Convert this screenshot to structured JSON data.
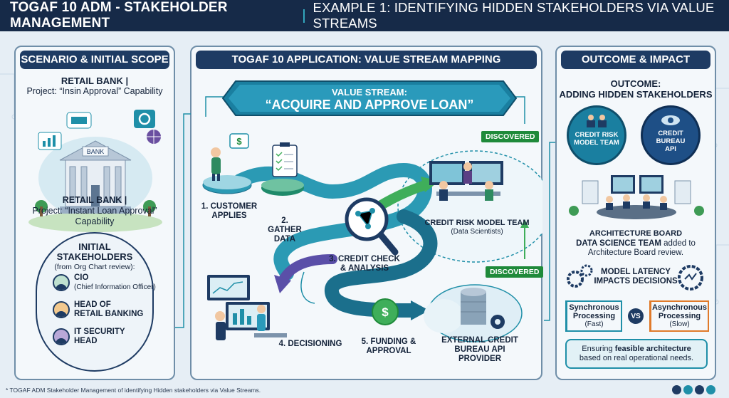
{
  "header": {
    "title_main": "TOGAF 10 ADM - STAKEHOLDER MANAGEMENT",
    "separator": "|",
    "title_sub": "EXAMPLE 1: IDENTIFYING HIDDEN STAKEHOLDERS VIA VALUE STREAMS"
  },
  "left": {
    "heading": "SCENARIO & INITIAL SCOPE",
    "bank_title_1": "RETAIL BANK |",
    "project_1": "Project: “Insin Approval” Capability",
    "bank_sign": "BANK",
    "bank_title_2": "RETAIL BANK |",
    "project_2_line1": "Project: “Instant Loan Approval”",
    "project_2_line2": "Capability",
    "stakeholders_title_1": "INITIAL",
    "stakeholders_title_2": "STAKEHOLDERS",
    "stakeholders_note": "(from Org Chart review):",
    "roles": [
      {
        "name": "CIO",
        "detail": "(Chief Information Officer)"
      },
      {
        "name": "HEAD OF",
        "detail": "RETAIL BANKING"
      },
      {
        "name": "IT SECURITY",
        "detail": "HEAD"
      }
    ]
  },
  "middle": {
    "heading": "TOGAF 10 APPLICATION: VALUE STREAM MAPPING",
    "banner_line1": "VALUE STREAM:",
    "banner_line2": "“ACQUIRE AND APPROVE LOAN”",
    "currency_symbol": "$",
    "steps": [
      {
        "line1": "1. CUSTOMER",
        "line2": "APPLIES"
      },
      {
        "line1": "2. GATHER",
        "line2": "DATA"
      },
      {
        "line1": "3. CREDIT CHECK",
        "line2": "& ANALYSIS"
      },
      {
        "line1": "4. DECISIONING",
        "line2": ""
      },
      {
        "line1": "5. FUNDING &",
        "line2": "APPROVAL"
      }
    ],
    "discovered_1": "DISCOVERED",
    "discovered_2": "DISCOVERED",
    "credit_team_name": "CREDIT RISK MODEL TEAM",
    "credit_team_note": "(Data Scientists)",
    "bureau_line1": "EXTERNAL CREDIT",
    "bureau_line2": "BUREAU API",
    "bureau_line3": "PROVIDER"
  },
  "right": {
    "heading": "OUTCOME & IMPACT",
    "outcome_line1": "OUTCOME:",
    "outcome_line2": "ADDING HIDDEN STAKEHOLDERS",
    "circle1_line1": "CREDIT RISK",
    "circle1_line2": "MODEL TEAM",
    "circle2_line1": "CREDIT",
    "circle2_line2": "BUREAU",
    "circle2_line3": "API",
    "board_label": "ARCHITECTURE BOARD",
    "board_desc_bold": "DATA SCIENCE TEAM",
    "board_desc_rest": " added to",
    "board_desc_line2": "Architecture Board review.",
    "latency_line1": "MODEL LATENCY",
    "latency_line2": "IMPACTS DECISIONS",
    "sync_title_1": "Synchronous",
    "sync_title_2": "Processing",
    "sync_note": "(Fast)",
    "vs": "VS",
    "async_title_1": "Asynchronous",
    "async_title_2": "Processing",
    "async_note": "(Slow)",
    "feasible_pre": "Ensuring ",
    "feasible_bold": "feasible architecture",
    "feasible_line2": "based on real operational needs."
  },
  "footer": {
    "note": "* TOGAF ADM Stakeholder Management of identifying Hidden stakeholders via Value Streams."
  },
  "colors": {
    "navy": "#1e3b63",
    "teal": "#1f8fa8",
    "green": "#1f8a3a",
    "orange": "#e07a2a",
    "purple": "#6a4fa0"
  }
}
